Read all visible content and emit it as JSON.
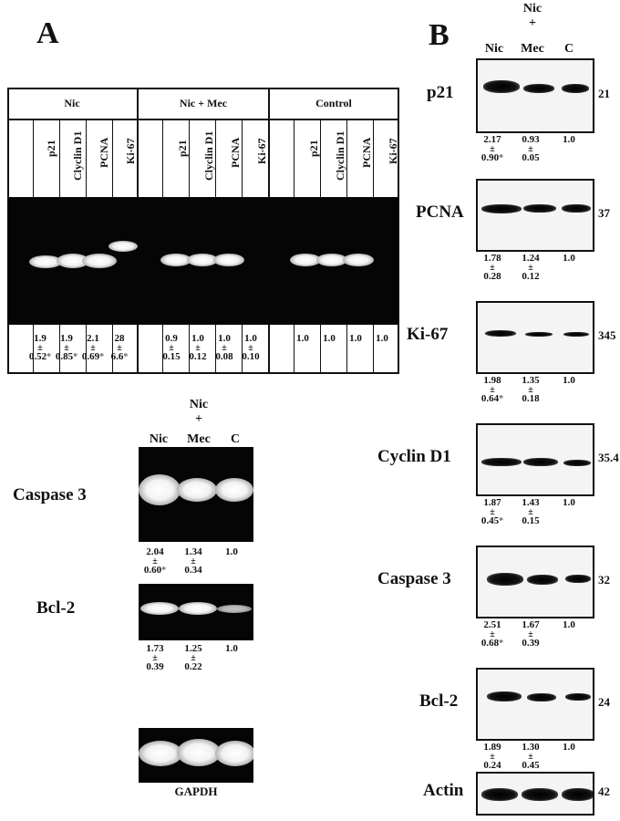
{
  "panel_a": {
    "letter": "A",
    "group_headers": [
      "Nic",
      "Nic + Mec",
      "Control"
    ],
    "gene_labels": [
      "p21",
      "Clyclin D1",
      "PCNA",
      "Ki-67"
    ],
    "quant": [
      {
        "mean": "1.9",
        "pm": "±",
        "sd": "0.52",
        "star": "*"
      },
      {
        "mean": "1.9",
        "pm": "±",
        "sd": "0.85",
        "star": "*"
      },
      {
        "mean": "2.1",
        "pm": "±",
        "sd": "0.69",
        "star": "*"
      },
      {
        "mean": "28",
        "pm": "±",
        "sd": "6.6",
        "star": "*"
      },
      {
        "mean": "0.9",
        "pm": "±",
        "sd": "0.15",
        "star": ""
      },
      {
        "mean": "1.0",
        "pm": "±",
        "sd": "0.12",
        "star": ""
      },
      {
        "mean": "1.0",
        "pm": "±",
        "sd": "0.08",
        "star": ""
      },
      {
        "mean": "1.0",
        "pm": "±",
        "sd": "0.10",
        "star": ""
      },
      {
        "mean": "1.0",
        "pm": "",
        "sd": "",
        "star": ""
      },
      {
        "mean": "1.0",
        "pm": "",
        "sd": "",
        "star": ""
      },
      {
        "mean": "1.0",
        "pm": "",
        "sd": "",
        "star": ""
      },
      {
        "mean": "1.0",
        "pm": "",
        "sd": "",
        "star": ""
      }
    ],
    "lower": {
      "lanes": [
        "Nic",
        "Nic\n+\nMec",
        "C"
      ],
      "lane_top": "Nic",
      "lane_plus": "+",
      "lane_mec": "Mec",
      "caspase": {
        "label": "Caspase 3",
        "vals": [
          {
            "mean": "2.04",
            "pm": "±",
            "sd": "0.60",
            "star": "*"
          },
          {
            "mean": "1.34",
            "pm": "±",
            "sd": "0.34",
            "star": ""
          },
          {
            "mean": "1.0",
            "pm": "",
            "sd": "",
            "star": ""
          }
        ]
      },
      "bcl2": {
        "label": "Bcl-2",
        "vals": [
          {
            "mean": "1.73",
            "pm": "±",
            "sd": "0.39",
            "star": ""
          },
          {
            "mean": "1.25",
            "pm": "±",
            "sd": "0.22",
            "star": ""
          },
          {
            "mean": "1.0",
            "pm": "",
            "sd": "",
            "star": ""
          }
        ]
      },
      "gapdh": "GAPDH"
    }
  },
  "panel_b": {
    "letter": "B",
    "lanes_top": "Nic",
    "lanes_plus": "+",
    "lane1": "Nic",
    "lane2": "Mec",
    "lane3": "C",
    "blots": [
      {
        "label": "p21",
        "kda": "21",
        "vals": [
          {
            "mean": "2.17",
            "pm": "±",
            "sd": "0.90",
            "star": "*"
          },
          {
            "mean": "0.93",
            "pm": "±",
            "sd": "0.05",
            "star": ""
          },
          {
            "mean": "1.0",
            "pm": "",
            "sd": "",
            "star": ""
          }
        ]
      },
      {
        "label": "PCNA",
        "kda": "37",
        "vals": [
          {
            "mean": "1.78",
            "pm": "±",
            "sd": "0.28",
            "star": ""
          },
          {
            "mean": "1.24",
            "pm": "±",
            "sd": "0.12",
            "star": ""
          },
          {
            "mean": "1.0",
            "pm": "",
            "sd": "",
            "star": ""
          }
        ]
      },
      {
        "label": "Ki-67",
        "kda": "345",
        "vals": [
          {
            "mean": "1.98",
            "pm": "±",
            "sd": "0.64",
            "star": "*"
          },
          {
            "mean": "1.35",
            "pm": "±",
            "sd": "0.18",
            "star": ""
          },
          {
            "mean": "1.0",
            "pm": "",
            "sd": "",
            "star": ""
          }
        ]
      },
      {
        "label": "Cyclin D1",
        "kda": "35.4",
        "vals": [
          {
            "mean": "1.87",
            "pm": "±",
            "sd": "0.45",
            "star": "*"
          },
          {
            "mean": "1.43",
            "pm": "±",
            "sd": "0.15",
            "star": ""
          },
          {
            "mean": "1.0",
            "pm": "",
            "sd": "",
            "star": ""
          }
        ]
      },
      {
        "label": "Caspase 3",
        "kda": "32",
        "vals": [
          {
            "mean": "2.51",
            "pm": "±",
            "sd": "0.68",
            "star": "*"
          },
          {
            "mean": "1.67",
            "pm": "±",
            "sd": "0.39",
            "star": ""
          },
          {
            "mean": "1.0",
            "pm": "",
            "sd": "",
            "star": ""
          }
        ]
      },
      {
        "label": "Bcl-2",
        "kda": "24",
        "vals": [
          {
            "mean": "1.89",
            "pm": "±",
            "sd": "0.24",
            "star": ""
          },
          {
            "mean": "1.30",
            "pm": "±",
            "sd": "0.45",
            "star": ""
          },
          {
            "mean": "1.0",
            "pm": "",
            "sd": "",
            "star": ""
          }
        ]
      },
      {
        "label": "Actin",
        "kda": "42",
        "vals": []
      }
    ]
  }
}
